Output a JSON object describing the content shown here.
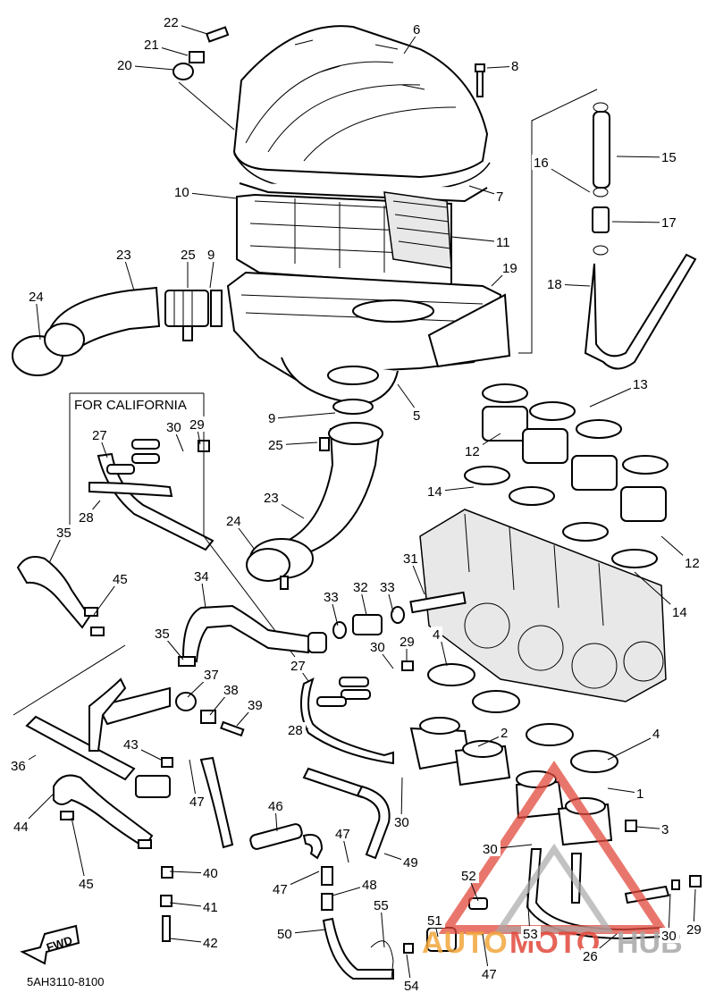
{
  "california_label": "FOR CALIFORNIA",
  "diagram_code": "5AH3110-8100",
  "fwd_label": "FWD",
  "watermark": {
    "auto": "AUTO",
    "moto": "MOTO",
    "hub": "HUB",
    "color_red": "#e2483c",
    "color_orange": "#f2a63b",
    "color_gray": "#a8a8a8"
  },
  "callouts": [
    "1",
    "2",
    "3",
    "4",
    "4",
    "5",
    "6",
    "7",
    "8",
    "9",
    "9",
    "10",
    "11",
    "12",
    "12",
    "13",
    "14",
    "14",
    "15",
    "16",
    "17",
    "18",
    "19",
    "20",
    "21",
    "22",
    "23",
    "23",
    "24",
    "24",
    "25",
    "25",
    "26",
    "27",
    "27",
    "28",
    "28",
    "29",
    "29",
    "29",
    "30",
    "30",
    "30",
    "30",
    "30",
    "31",
    "32",
    "33",
    "33",
    "34",
    "35",
    "35",
    "36",
    "37",
    "38",
    "39",
    "40",
    "41",
    "42",
    "43",
    "44",
    "45",
    "45",
    "46",
    "47",
    "47",
    "47",
    "47",
    "48",
    "49",
    "50",
    "51",
    "52",
    "53",
    "54",
    "55"
  ]
}
